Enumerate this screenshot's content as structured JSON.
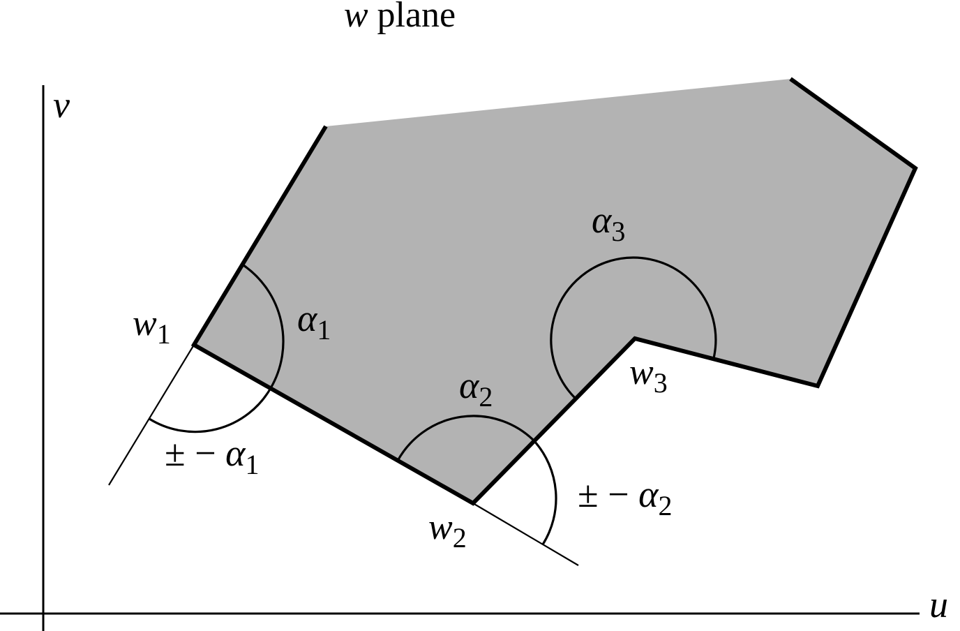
{
  "title": {
    "variable": "w",
    "word": "plane"
  },
  "axes": {
    "horizontal_label": "u",
    "vertical_label": "v"
  },
  "vertices": [
    {
      "name": "w",
      "subscript": "1"
    },
    {
      "name": "w",
      "subscript": "2"
    },
    {
      "name": "w",
      "subscript": "3"
    }
  ],
  "interior_angles": [
    {
      "symbol": "α",
      "subscript": "1"
    },
    {
      "symbol": "α",
      "subscript": "2"
    },
    {
      "symbol": "α",
      "subscript": "3"
    }
  ],
  "exterior_angles": [
    {
      "prefix": "± − ",
      "symbol": "α",
      "subscript": "1"
    },
    {
      "prefix": "± − ",
      "symbol": "α",
      "subscript": "2"
    }
  ],
  "colors": {
    "region_fill": "#b3b3b3",
    "stroke": "#000000",
    "background": "#ffffff"
  }
}
